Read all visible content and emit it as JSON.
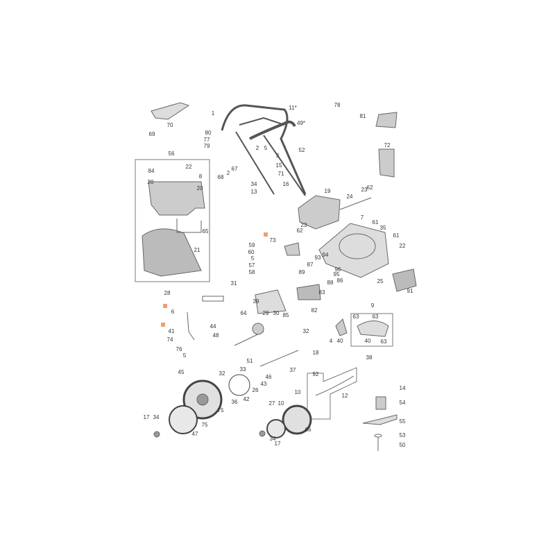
{
  "diagram": {
    "type": "exploded parts diagram",
    "highlight_color": "#f0a070",
    "line_color": "#555555",
    "callouts": [
      "1",
      "70",
      "69",
      "11*",
      "49*",
      "80",
      "77",
      "79",
      "2",
      "5",
      "52",
      "3",
      "67",
      "68",
      "2",
      "15",
      "71",
      "34",
      "16",
      "13",
      "56",
      "22",
      "84",
      "20",
      "8",
      "20",
      "65",
      "21",
      "23",
      "62",
      "73",
      "59",
      "60",
      "5",
      "57",
      "58",
      "89",
      "78",
      "81",
      "72",
      "19",
      "24",
      "23",
      "62",
      "7",
      "61",
      "35",
      "61",
      "22",
      "94",
      "93",
      "87",
      "96",
      "95",
      "86",
      "88",
      "83",
      "25",
      "91",
      "28",
      "6",
      "41",
      "74",
      "76",
      "5",
      "31",
      "39",
      "64",
      "29",
      "30",
      "44",
      "48",
      "85",
      "82",
      "32",
      "18",
      "51",
      "37",
      "33",
      "46",
      "43",
      "32",
      "26",
      "42",
      "36",
      "45",
      "75",
      "75",
      "47",
      "17",
      "34",
      "10",
      "27",
      "10",
      "66",
      "34",
      "17",
      "9",
      "63",
      "63",
      "4",
      "40",
      "40",
      "63",
      "38",
      "92",
      "12",
      "14",
      "54",
      "55",
      "53",
      "50"
    ]
  }
}
